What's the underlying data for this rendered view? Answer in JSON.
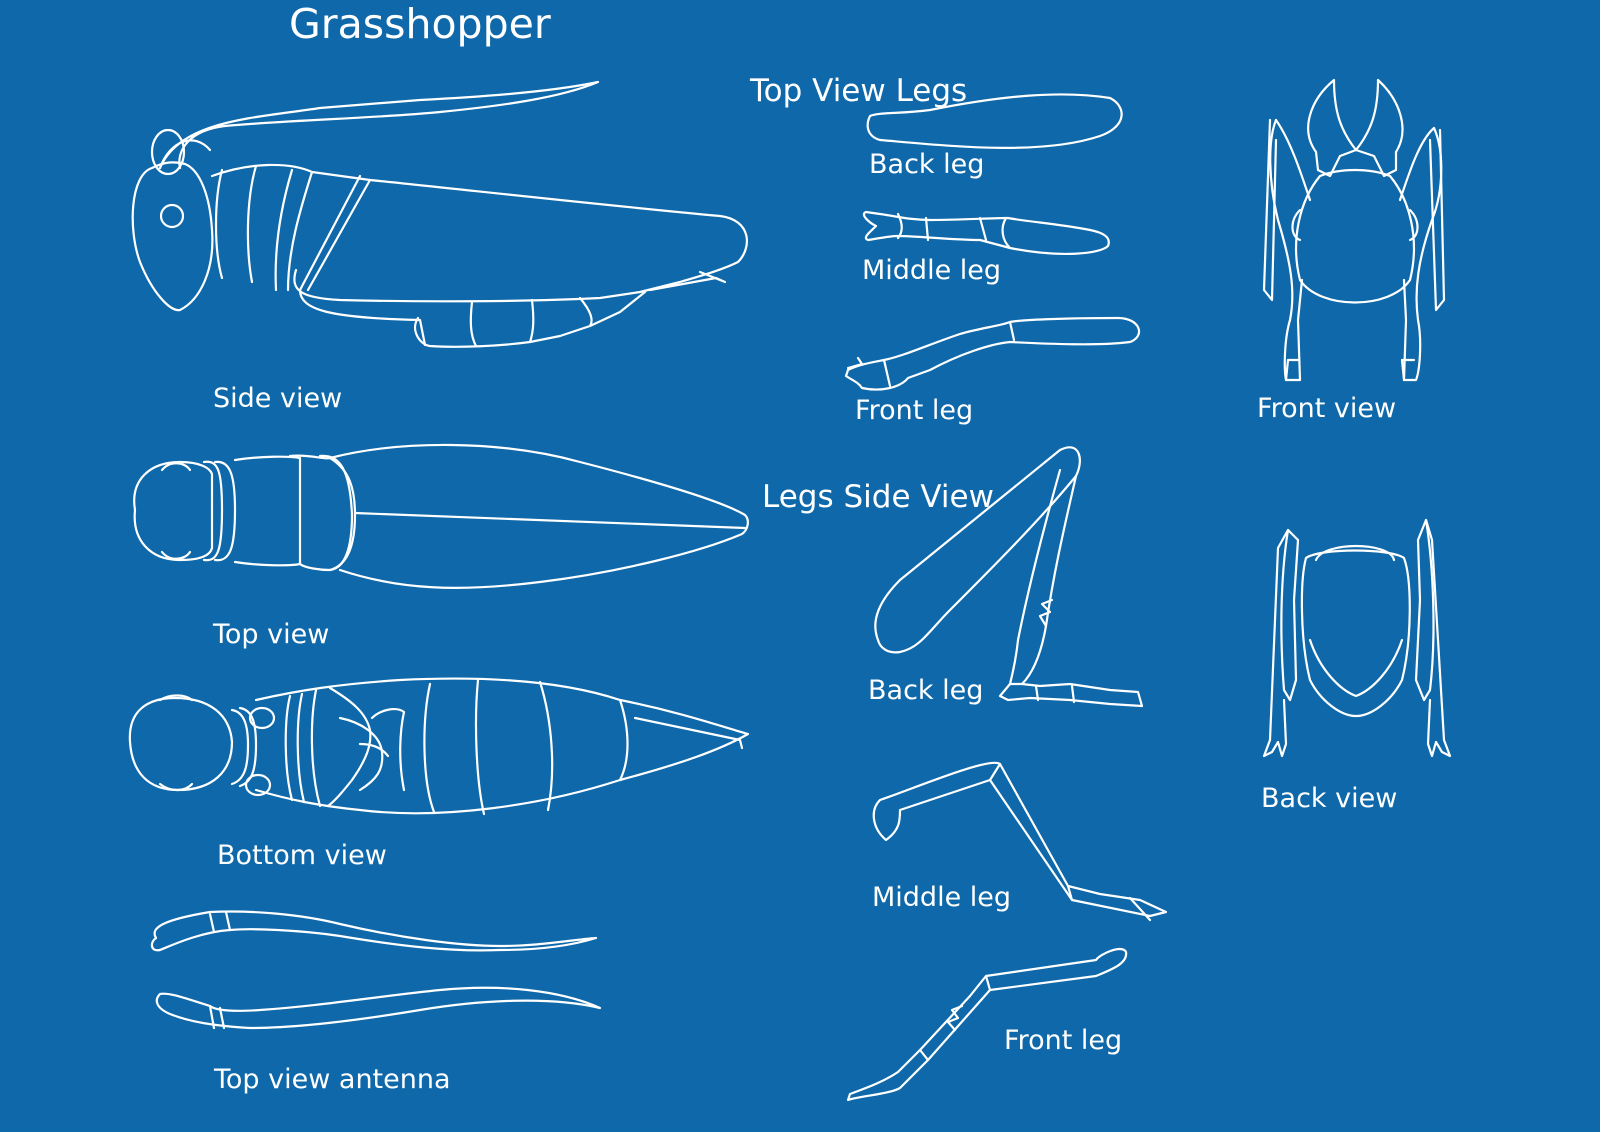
{
  "title": "Grasshopper",
  "headings": {
    "top_view_legs": "Top View Legs",
    "legs_side_view": "Legs Side View"
  },
  "labels": {
    "side_view": "Side view",
    "top_view": "Top view",
    "bottom_view": "Bottom view",
    "top_view_antenna": "Top view antenna",
    "top_back_leg": "Back leg",
    "top_middle_leg": "Middle leg",
    "top_front_leg": "Front leg",
    "side_back_leg": "Back leg",
    "side_middle_leg": "Middle leg",
    "side_front_leg": "Front leg",
    "front_view": "Front view",
    "back_view": "Back view"
  },
  "colors": {
    "background": "#0e68aa",
    "line": "#ffffff"
  }
}
